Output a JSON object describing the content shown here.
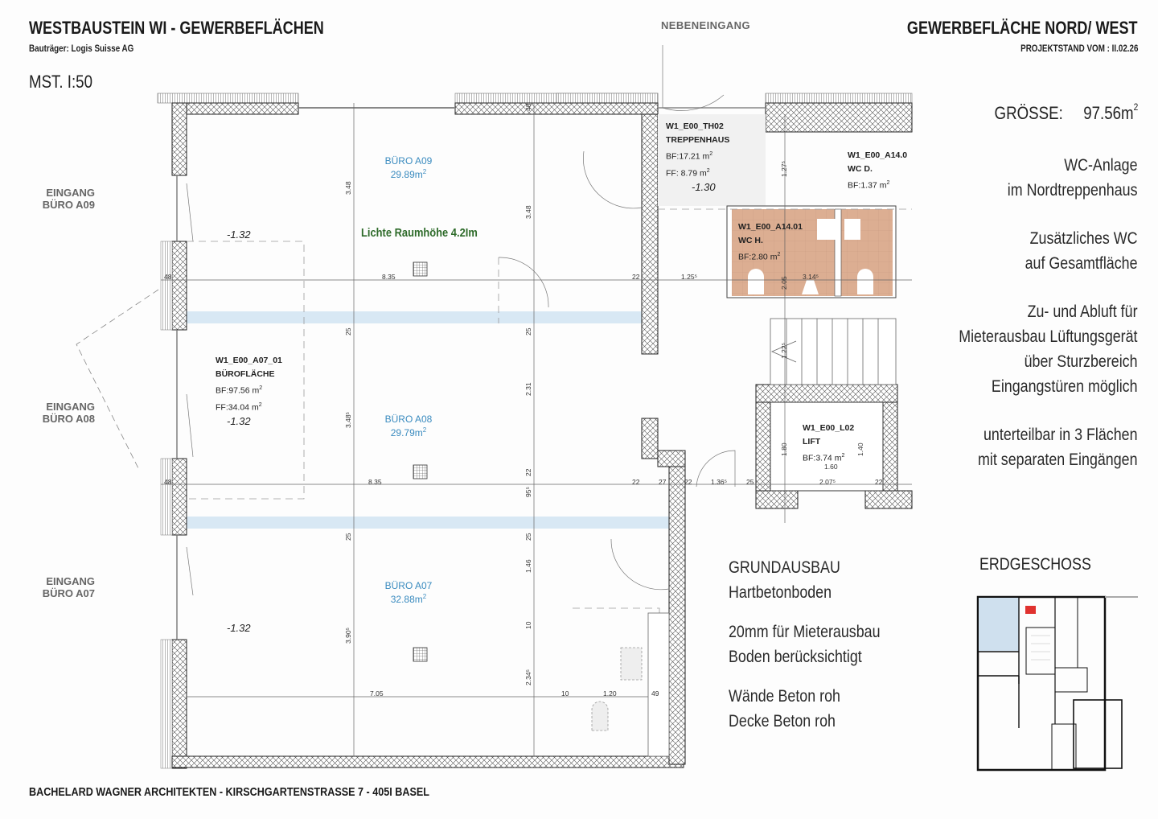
{
  "header": {
    "title": "WESTBAUSTEIN WI - GEWERBEFLÄCHEN",
    "developer": "Bauträger: Logis Suisse AG",
    "scale": "MST. I:50"
  },
  "header_right": {
    "title": "GEWERBEFLÄCHE NORD/ WEST",
    "project_state": "PROJEKTSTAND VOM :  II.02.26",
    "size_label": "GRÖSSE:",
    "size_value": "97.56m",
    "size_unit_sup": "2"
  },
  "notes": [
    [
      "WC-Anlage",
      "im Nordtreppenhaus"
    ],
    [
      "Zusätzliches WC",
      "auf Gesamtfläche"
    ],
    [
      "Zu- und Abluft für",
      "Mieterausbau Lüftungsgerät",
      "über Sturzbereich",
      "Eingangstüren möglich"
    ],
    [
      "unterteilbar in 3 Flächen",
      "mit separaten Eingängen"
    ]
  ],
  "grundausbau": {
    "heading": "GRUNDAUSBAU",
    "lines": [
      "Hartbetonboden",
      "20mm für Mieterausbau",
      "Boden berücksichtigt",
      "Wände Beton roh",
      "Decke Beton roh"
    ]
  },
  "keyplan": {
    "title": "ERDGESCHOSS",
    "highlight_area_color": "#cfe0ee",
    "highlight_wc_color": "#e0322f"
  },
  "footer": {
    "text": "BACHELARD WAGNER ARCHITEKTEN - KIRSCHGARTENSTRASSE  7 - 405I BASEL"
  },
  "plan": {
    "side_entrance": "NEBENEINGANG",
    "entrances": [
      {
        "line1": "EINGANG",
        "line2": "BÜRO A09"
      },
      {
        "line1": "EINGANG",
        "line2": "BÜRO A08"
      },
      {
        "line1": "EINGANG",
        "line2": "BÜRO A07"
      }
    ],
    "rooms": [
      {
        "name": "BÜRO A09",
        "area": "29.89m",
        "sup": "2"
      },
      {
        "name": "BÜRO A08",
        "area": "29.79m",
        "sup": "2"
      },
      {
        "name": "BÜRO A07",
        "area": "32.88m",
        "sup": "2"
      }
    ],
    "ceiling_height": "Lichte Raumhöhe 4.2Im",
    "levels": [
      "-1.32",
      "-1.32",
      "-1.32",
      "-1.30"
    ],
    "office": {
      "id": "W1_E00_A07_01",
      "type": "BÜROFLÄCHE",
      "bf": "BF:97.56 m",
      "ff": "FF:34.04 m",
      "sup": "2"
    },
    "stair": {
      "id": "W1_E00_TH02",
      "type": "TREPPENHAUS",
      "bf": "BF:17.21 m",
      "ff": "FF:  8.79 m",
      "sup": "2"
    },
    "wc_h": {
      "id": "W1_E00_A14.01",
      "type": "WC H.",
      "bf": "BF:2.80 m",
      "sup": "2"
    },
    "wc_d": {
      "id": "W1_E00_A14.0",
      "type": "WC D.",
      "bf": "BF:1.37 m",
      "sup": "2"
    },
    "lift": {
      "id": "W1_E00_L02",
      "type": "LIFT",
      "bf": "BF:3.74 m",
      "sup": "2"
    },
    "dimensions": {
      "d835a": "8.35",
      "d835b": "8.35",
      "d705": "7.05",
      "d348a": "3.48",
      "d348b": "3.48",
      "d3485": "3.48⁵",
      "d3905": "3.90⁵",
      "d231": "2.31",
      "d146": "1.46",
      "d2345": "2.34⁵",
      "d25a": "25",
      "d25b": "25",
      "d25c": "25",
      "d25d": "25",
      "d22a": "22",
      "d22b": "22",
      "d22c": "22",
      "d27": "27",
      "d1365": "1.36⁵",
      "d25e": "25",
      "d2075": "2.07⁵",
      "d22d": "22",
      "d1255": "1.25⁵",
      "d205": "2.05",
      "d3145": "3.14⁵",
      "d1275": "1.27⁵",
      "d180": "1.80",
      "d140": "1.40",
      "d160": "1.60",
      "d10a": "10",
      "d10b": "10",
      "d120": "1.20",
      "d49": "49",
      "d48a": "48",
      "d48b": "48",
      "d48c": "48",
      "d955": "95⁵",
      "d22e": "22",
      "d1225": "1.22⁵"
    },
    "colors": {
      "wc_fill": "#dcae92",
      "strip_blue": "#d8e8f4",
      "room_label": "#3a8bbf",
      "ceiling_note": "#2e6b2a"
    }
  }
}
